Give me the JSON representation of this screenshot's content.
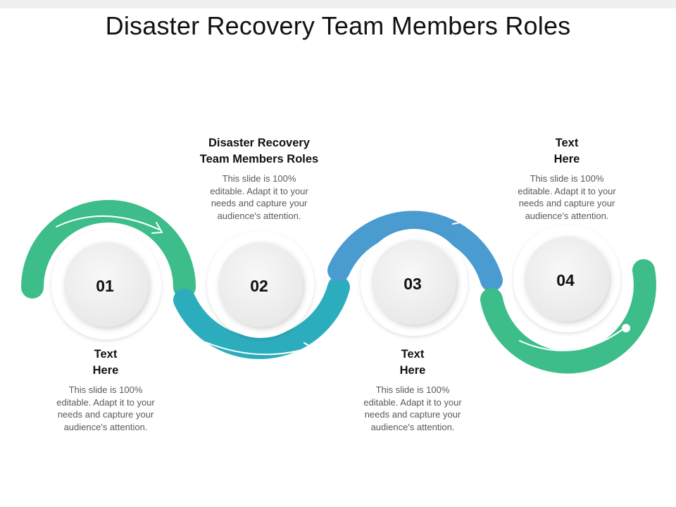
{
  "title": "Disaster Recovery Team Members Roles",
  "colors": {
    "green": "#3dbd8a",
    "teal": "#2cadbd",
    "blue": "#4a9bd0",
    "circle_fill": "#f1f1f1"
  },
  "steps": [
    {
      "number": "01",
      "heading_line1": "Text",
      "heading_line2": "Here",
      "body": [
        "This slide is 100%",
        "editable. Adapt it to your",
        "needs and capture your",
        "audience's attention."
      ]
    },
    {
      "number": "02",
      "heading_line1": "Disaster Recovery",
      "heading_line2": "Team Members Roles",
      "body": [
        "This slide is 100%",
        "editable. Adapt it to your",
        "needs and capture your",
        "audience's attention."
      ]
    },
    {
      "number": "03",
      "heading_line1": "Text",
      "heading_line2": "Here",
      "body": [
        "This slide is 100%",
        "editable. Adapt it to your",
        "needs and capture your",
        "audience's attention."
      ]
    },
    {
      "number": "04",
      "heading_line1": "Text",
      "heading_line2": "Here",
      "body": [
        "This slide is 100%",
        "editable. Adapt it to your",
        "needs and capture your",
        "audience's attention."
      ]
    }
  ]
}
